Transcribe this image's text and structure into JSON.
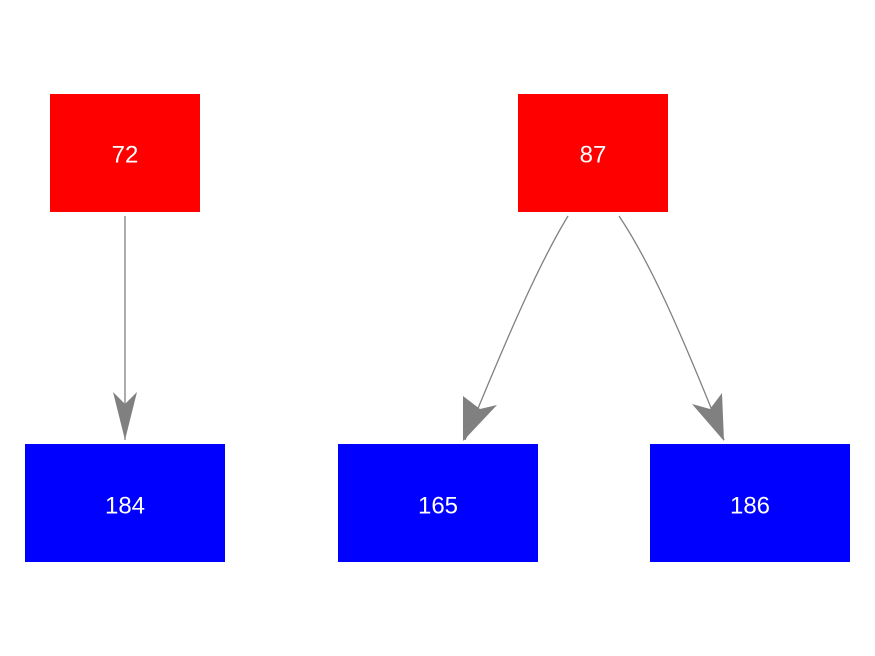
{
  "diagram": {
    "background": "#ffffff",
    "edge_color": "#808080",
    "nodes": [
      {
        "id": "n72",
        "label": "72",
        "color": "#ff0000"
      },
      {
        "id": "n87",
        "label": "87",
        "color": "#ff0000"
      },
      {
        "id": "n184",
        "label": "184",
        "color": "#0000ff"
      },
      {
        "id": "n165",
        "label": "165",
        "color": "#0000ff"
      },
      {
        "id": "n186",
        "label": "186",
        "color": "#0000ff"
      }
    ],
    "edges": [
      {
        "from": "n72",
        "to": "n184"
      },
      {
        "from": "n87",
        "to": "n165"
      },
      {
        "from": "n87",
        "to": "n186"
      }
    ]
  }
}
